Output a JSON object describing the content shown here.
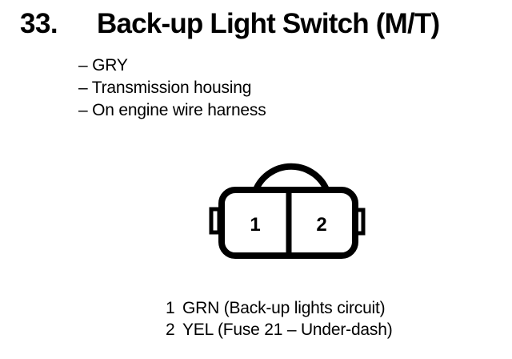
{
  "colors": {
    "ink": "#000000",
    "paper": "#ffffff"
  },
  "header": {
    "number": "33.",
    "title": "Back-up Light Switch (M/T)"
  },
  "details": {
    "items": [
      "– GRY",
      "– Transmission housing",
      "– On engine wire harness"
    ]
  },
  "connector": {
    "type": "2-cavity connector, female, viewed with wire loop up",
    "pins": [
      "1",
      "2"
    ]
  },
  "legend": {
    "rows": [
      {
        "pin": "1",
        "desc": "GRN (Back-up lights circuit)"
      },
      {
        "pin": "2",
        "desc": "YEL (Fuse 21 – Under-dash)"
      }
    ]
  }
}
